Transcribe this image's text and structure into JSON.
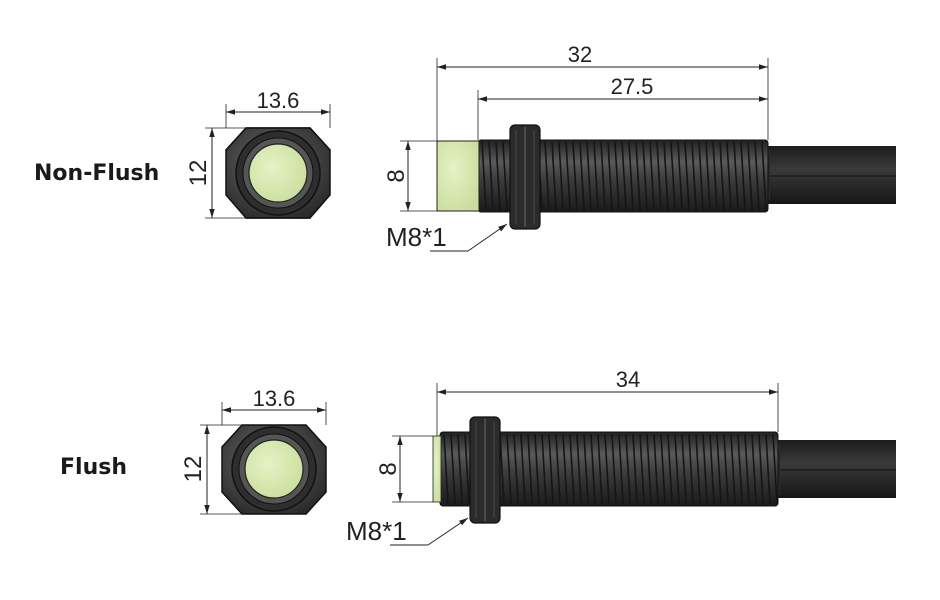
{
  "variants": {
    "non_flush": {
      "label": "Non-Flush",
      "hex_width": "13.6",
      "hex_height": "12",
      "total_length": "32",
      "thread_length": "27.5",
      "diameter": "8",
      "thread_spec": "M8*1"
    },
    "flush": {
      "label": "Flush",
      "hex_width": "13.6",
      "hex_height": "12",
      "total_length": "34",
      "diameter": "8",
      "thread_spec": "M8*1"
    }
  },
  "colors": {
    "sensor_face": "#d9eab2",
    "body": "#3a3a3a",
    "cable": "#2a2a2a",
    "dimension_line": "#222222"
  }
}
